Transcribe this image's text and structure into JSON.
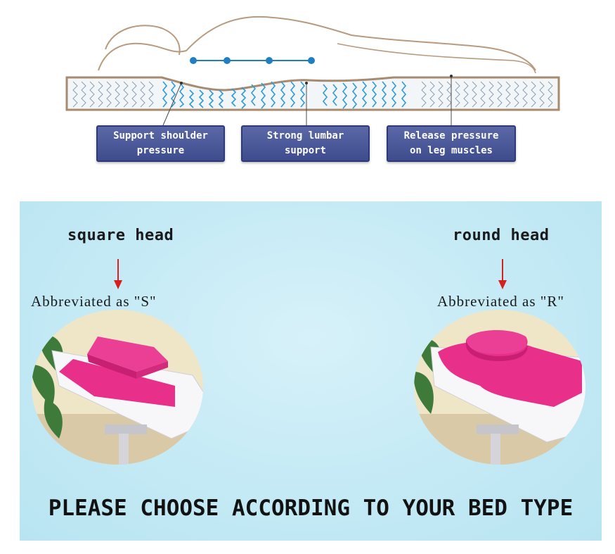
{
  "diagram": {
    "callouts": [
      {
        "label": "Support shoulder\npressure"
      },
      {
        "label": "Strong lumbar\nsupport"
      },
      {
        "label": "Release pressure\non leg muscles"
      }
    ]
  },
  "options": {
    "square": {
      "title": "square head",
      "abbreviation": "Abbreviated as \"S\"",
      "image": "pink square-head bed photo"
    },
    "round": {
      "title": "round head",
      "abbreviation": "Abbreviated as \"R\"",
      "image": "pink round-head bed photo"
    }
  },
  "footer": {
    "instruction": "PLEASE CHOOSE ACCORDING TO YOUR BED TYPE"
  },
  "colors": {
    "callout_bg": "#4a5898",
    "panel_bg": "#c4eaf5",
    "arrow": "#d62020",
    "bed_pink": "#e8308a",
    "spring_blue": "#3aa6d8",
    "outline": "#a88a6e"
  }
}
